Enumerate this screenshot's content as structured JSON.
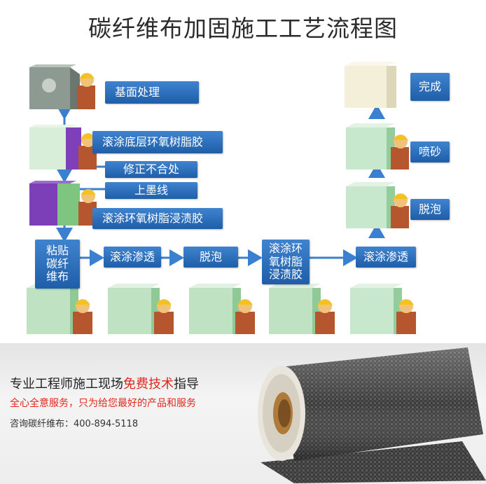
{
  "title": "碳纤维布加固施工工艺流程图",
  "colors": {
    "box": "#2a6dbd",
    "arrow": "#3a7fd0",
    "accent": "#e0271f"
  },
  "steps": {
    "s1": "基面处理",
    "s2": "滚涂底层环氧树脂胶",
    "s3": "修正不合处",
    "s4": "上墨线",
    "s5": "滚涂环氧树脂浸渍胶",
    "s6": "粘贴\n碳纤\n维布",
    "s7": "滚涂渗透",
    "s8": "脱泡",
    "s9": "滚涂环\n氧树脂\n浸渍胶",
    "s10": "滚涂渗透",
    "s11": "脱泡",
    "s12": "喷砂",
    "s13": "完成"
  },
  "footer": {
    "headline_a": "专业工程师施工现场",
    "headline_b": "免费技术",
    "headline_c": "指导",
    "slogan": "全心全意服务，只为给您最好的产品和服务",
    "contact": "咨询碳纤维布：400-894-5118"
  }
}
